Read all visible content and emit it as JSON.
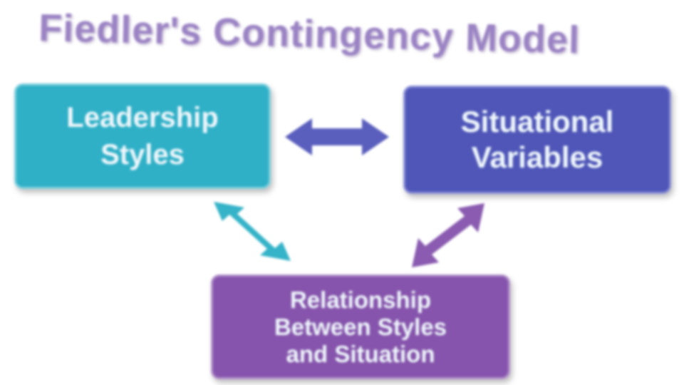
{
  "diagram": {
    "title": "Fiedler's Contingency Model",
    "nodes": {
      "leadership": {
        "line1": "Leadership",
        "line2": "Styles",
        "color": "#2fb0c7"
      },
      "situational": {
        "line1": "Situational",
        "line2": "Variables",
        "color": "#4f56b8"
      },
      "relationship": {
        "line1": "Relationship",
        "line2": "Between Styles",
        "line3": "and Situation",
        "color": "#8654ac"
      }
    },
    "edges": [
      {
        "from": "leadership",
        "to": "situational",
        "type": "bidirectional",
        "color": "#4f56b8"
      },
      {
        "from": "leadership",
        "to": "relationship",
        "type": "bidirectional",
        "color": "#2fb0c7"
      },
      {
        "from": "situational",
        "to": "relationship",
        "type": "bidirectional",
        "color": "#8654ac"
      }
    ]
  }
}
